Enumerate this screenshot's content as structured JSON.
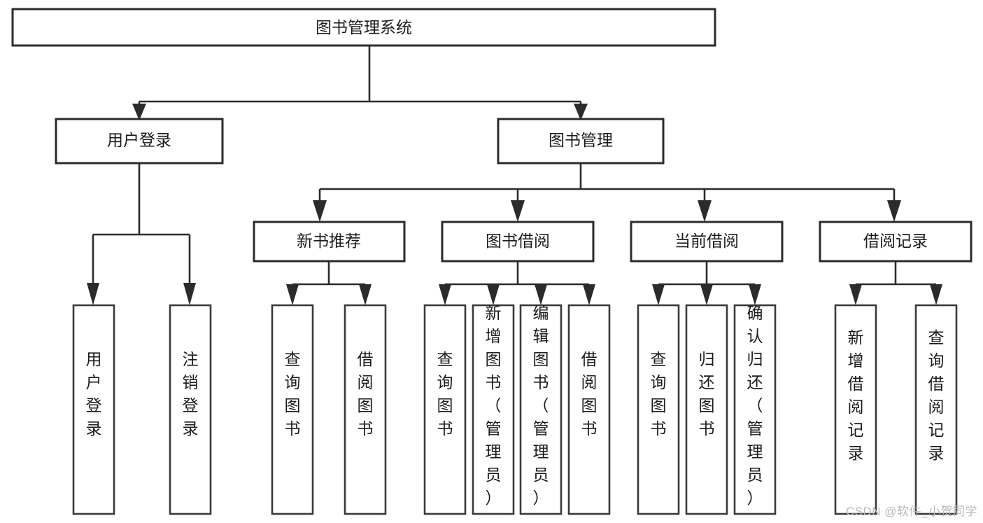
{
  "diagram": {
    "title": "图书管理系统",
    "type": "tree-hierarchy",
    "watermark": "CSDN @软件_小贺同学",
    "colors": {
      "background": "#ffffff",
      "box_stroke": "#2b2b2b",
      "box_fill": "#ffffff",
      "text": "#1b1b1b",
      "edge": "#2b2b2b",
      "watermark_text": "#b9b9b9"
    },
    "root": {
      "label": "图书管理系统"
    },
    "level2": [
      {
        "label": "用户登录"
      },
      {
        "label": "图书管理"
      }
    ],
    "level3": [
      {
        "label": "新书推荐"
      },
      {
        "label": "图书借阅"
      },
      {
        "label": "当前借阅"
      },
      {
        "label": "借阅记录"
      }
    ],
    "leaves": {
      "user_login": [
        {
          "label": "用户登录"
        },
        {
          "label": "注销登录"
        }
      ],
      "new_book_recommend": [
        {
          "label": "查询图书"
        },
        {
          "label": "借阅图书"
        }
      ],
      "book_borrow": [
        {
          "label": "查询图书"
        },
        {
          "label": "新增图书（管理员）"
        },
        {
          "label": "编辑图书（管理员）"
        },
        {
          "label": "借阅图书"
        }
      ],
      "current_borrow": [
        {
          "label": "查询图书"
        },
        {
          "label": "归还图书"
        },
        {
          "label": "确认归还（管理员）"
        }
      ],
      "borrow_record": [
        {
          "label": "新增借阅记录"
        },
        {
          "label": "查询借阅记录"
        }
      ]
    }
  }
}
